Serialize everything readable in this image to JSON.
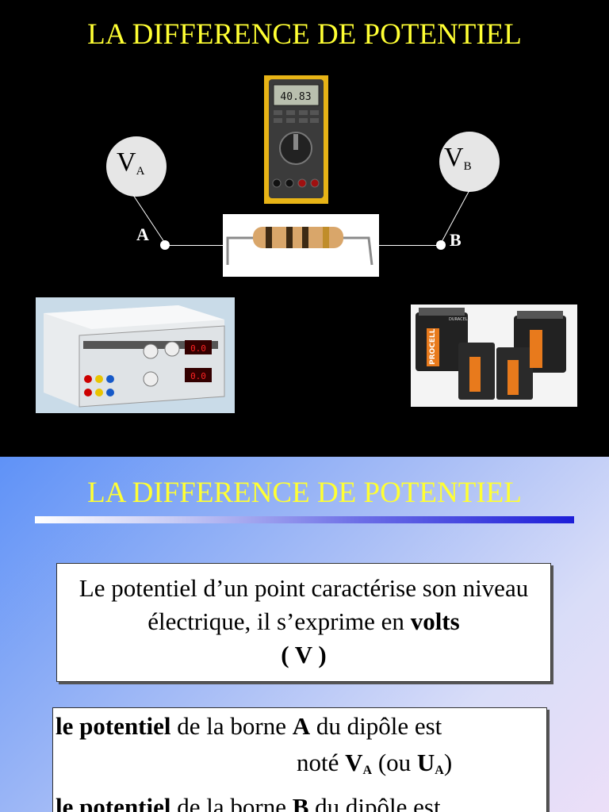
{
  "slide1": {
    "title": "LA DIFFERENCE DE POTENTIEL",
    "va_label": "V",
    "va_sub": "A",
    "vb_label": "V",
    "vb_sub": "B",
    "point_a": "A",
    "point_b": "B",
    "multimeter_display": "40.83",
    "battery_brand": "PROCELL",
    "battery_sub": "DURACELL"
  },
  "slide2": {
    "title": "LA DIFFERENCE DE POTENTIEL",
    "box1": {
      "part1": "Le potentiel d’un point caractérise son niveau électrique, il s’exprime en ",
      "bold": "volts",
      "line3": "( V )"
    },
    "box2": {
      "l1_bold": "le potentiel",
      "l1_text": " de la borne ",
      "l1_bold2": "A",
      "l1_text2": " du dipôle est",
      "l2_text": "noté ",
      "l2_v": "V",
      "l2_vsub": "A",
      "l2_paren": " (ou ",
      "l2_u": "U",
      "l2_usub": "A",
      "l2_close": ")",
      "l3_bold": "le potentiel",
      "l3_text": " de la borne ",
      "l3_bold2": "B",
      "l3_text2": " du dipôle est"
    }
  }
}
